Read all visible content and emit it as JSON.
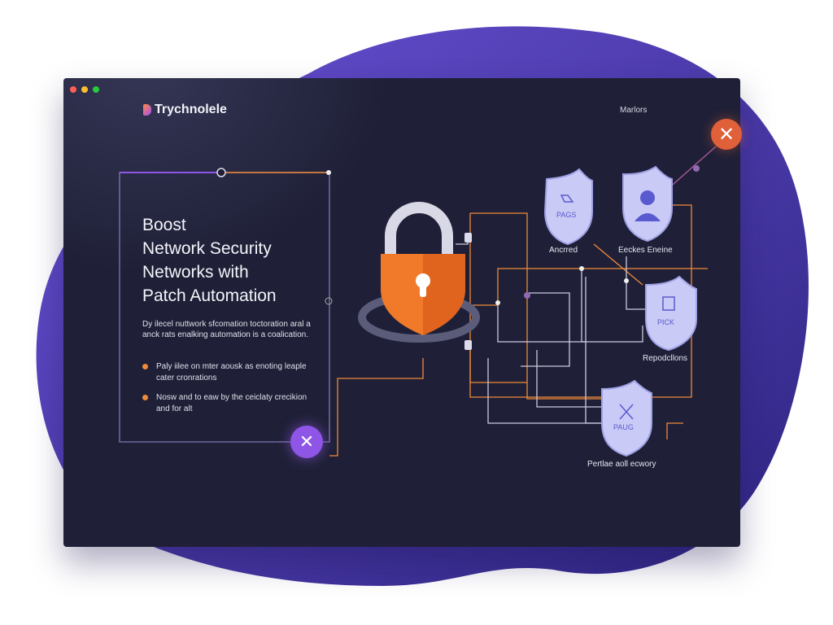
{
  "window": {
    "controls": [
      "close",
      "minimize",
      "maximize"
    ]
  },
  "header": {
    "logo_text": "Trychnolele",
    "nav_link": "Marlors"
  },
  "hero": {
    "title_lines": [
      "Boost",
      "Network Security",
      "Networks with",
      "Patch Automation"
    ],
    "body": "Dy ilecel nuttwork sfcomation toctoration aral a anck rats enalking automation is a coalication.",
    "bullets": [
      "Paly iilee on mter aousk as enoting leaple cater cronrations",
      "Nosw and to eaw by the ceiclaty crecikion and for alt"
    ]
  },
  "diagram": {
    "nodes": [
      {
        "label": "Ancrred",
        "badge": "PAGS"
      },
      {
        "label": "Eeckes Eneine",
        "badge": ""
      },
      {
        "label": "Repodcllons",
        "badge": "PICK"
      },
      {
        "label": "Pertlae aoll ecwory",
        "badge": "PAUG"
      }
    ]
  },
  "colors": {
    "window_bg": "#1f2037",
    "blob": "#4a3cb4",
    "accent_orange": "#f07a2a",
    "accent_purple": "#8e55e6",
    "shield": "#c9caf5"
  },
  "icons": {
    "close": "✕"
  }
}
